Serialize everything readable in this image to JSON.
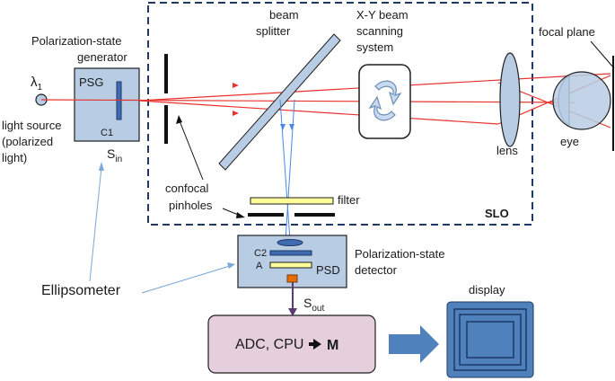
{
  "labels": {
    "lambda": "λ",
    "lambda_sub": "1",
    "psg_title_1": "Polarization-state",
    "psg_title_2": "generator",
    "psg_box": "PSG",
    "c1": "C1",
    "s_in_main": "S",
    "s_in_sub": "in",
    "light_source_1": "light source",
    "light_source_2": "(polarized",
    "light_source_3": "light)",
    "beam_splitter_1": "beam",
    "beam_splitter_2": "splitter",
    "scanner_1": "X-Y beam",
    "scanner_2": "scanning",
    "scanner_3": "system",
    "focal_plane": "focal plane",
    "lens": "lens",
    "eye": "eye",
    "confocal_1": "confocal",
    "confocal_2": "pinholes",
    "filter": "filter",
    "slo": "SLO",
    "c2": "C2",
    "a": "A",
    "psd_box": "PSD",
    "psd_title_1": "Polarization-state",
    "psd_title_2": "detector",
    "ellipsometer": "Ellipsometer",
    "s_out_main": "S",
    "s_out_sub": "out",
    "adc_text": "ADC, CPU",
    "m_text": "M",
    "display": "display"
  },
  "colors": {
    "box_fill": "#b8cce4",
    "box_stroke": "#1f1f1f",
    "frame_dash": "#1f3864",
    "beam_red": "#e8322d",
    "beam_blue": "#4a86e8",
    "filter_fill": "#ffff99",
    "adc_fill": "#e6cfdc",
    "display_fill": "#4f81bd",
    "arrow_blue": "#4f81bd",
    "detector_orange": "#e46c0a",
    "sout_arrow": "#5b3a6e",
    "leader_blue": "#7aa7d8"
  }
}
